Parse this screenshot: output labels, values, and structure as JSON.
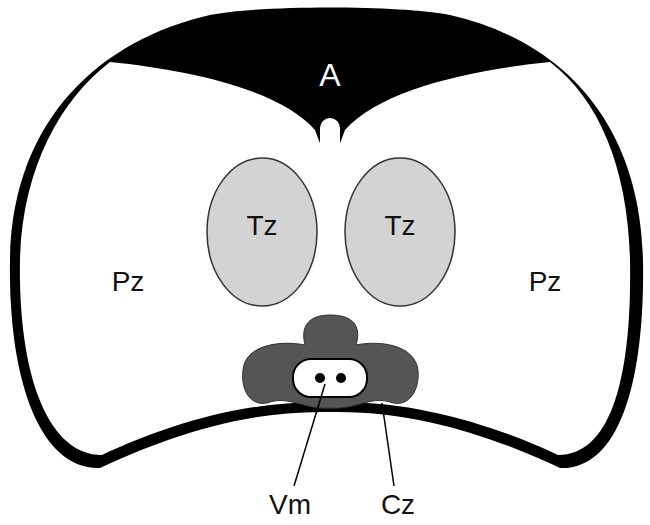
{
  "diagram": {
    "labels": [
      "A",
      "Tz",
      "Tz",
      "Pz",
      "Pz",
      "Vm",
      "Cz"
    ]
  }
}
